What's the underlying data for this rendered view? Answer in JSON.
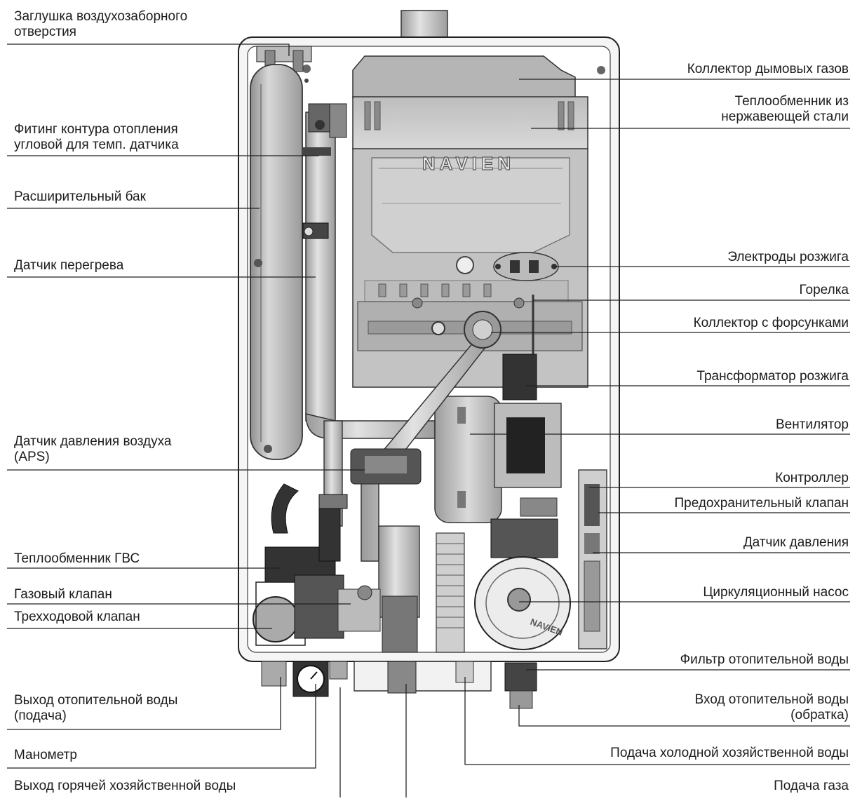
{
  "brand": "navien",
  "colors": {
    "line": "#2a2a2a",
    "casing": "#f4f4f4",
    "metal_light": "#d6d6d6",
    "metal_mid": "#a9a9a9",
    "metal_dark": "#5a5a5a",
    "dark": "#262626"
  },
  "labels_left": [
    {
      "id": "air-intake-plug",
      "lines": [
        "Заглушка воздухозаборного",
        "отверстия"
      ]
    },
    {
      "id": "heating-fitting",
      "lines": [
        "Фитинг контура отопления",
        "угловой для темп. датчика"
      ]
    },
    {
      "id": "expansion-tank",
      "lines": [
        "Расширительный бак"
      ]
    },
    {
      "id": "overheat-sensor",
      "lines": [
        "Датчик перегрева"
      ]
    },
    {
      "id": "air-pressure-sensor",
      "lines": [
        "Датчик давления воздуха",
        "(APS)"
      ]
    },
    {
      "id": "dhw-heat-exchanger",
      "lines": [
        "Теплообменник ГВС"
      ]
    },
    {
      "id": "gas-valve",
      "lines": [
        "Газовый клапан"
      ]
    },
    {
      "id": "three-way-valve",
      "lines": [
        "Трехходовой клапан"
      ]
    },
    {
      "id": "heating-outlet",
      "lines": [
        "Выход отопительной воды",
        "(подача)"
      ]
    },
    {
      "id": "manometer",
      "lines": [
        "Манометр"
      ]
    },
    {
      "id": "hot-water-outlet",
      "lines": [
        "Выход горячей хозяйственной воды"
      ]
    }
  ],
  "labels_right": [
    {
      "id": "flue-collector",
      "lines": [
        "Коллектор дымовых газов"
      ]
    },
    {
      "id": "stainless-heat-exchanger",
      "lines": [
        "Теплообменник из",
        "нержавеющей стали"
      ]
    },
    {
      "id": "ignition-electrodes",
      "lines": [
        "Электроды розжига"
      ]
    },
    {
      "id": "burner",
      "lines": [
        "Горелка"
      ]
    },
    {
      "id": "nozzle-manifold",
      "lines": [
        "Коллектор с форсунками"
      ]
    },
    {
      "id": "ignition-transformer",
      "lines": [
        "Трансформатор розжига"
      ]
    },
    {
      "id": "fan",
      "lines": [
        "Вентилятор"
      ]
    },
    {
      "id": "controller",
      "lines": [
        "Контроллер"
      ]
    },
    {
      "id": "safety-valve",
      "lines": [
        "Предохранительный  клапан"
      ]
    },
    {
      "id": "pressure-sensor",
      "lines": [
        "Датчик давления"
      ]
    },
    {
      "id": "circulation-pump",
      "lines": [
        "Циркуляционный насос"
      ]
    },
    {
      "id": "heating-water-filter",
      "lines": [
        "Фильтр отопительной воды"
      ]
    },
    {
      "id": "heating-inlet",
      "lines": [
        "Вход отопительной воды",
        "(обратка)"
      ]
    },
    {
      "id": "cold-water-supply",
      "lines": [
        "Подача холодной хозяйственной воды"
      ]
    },
    {
      "id": "gas-supply",
      "lines": [
        "Подача газа"
      ]
    }
  ]
}
